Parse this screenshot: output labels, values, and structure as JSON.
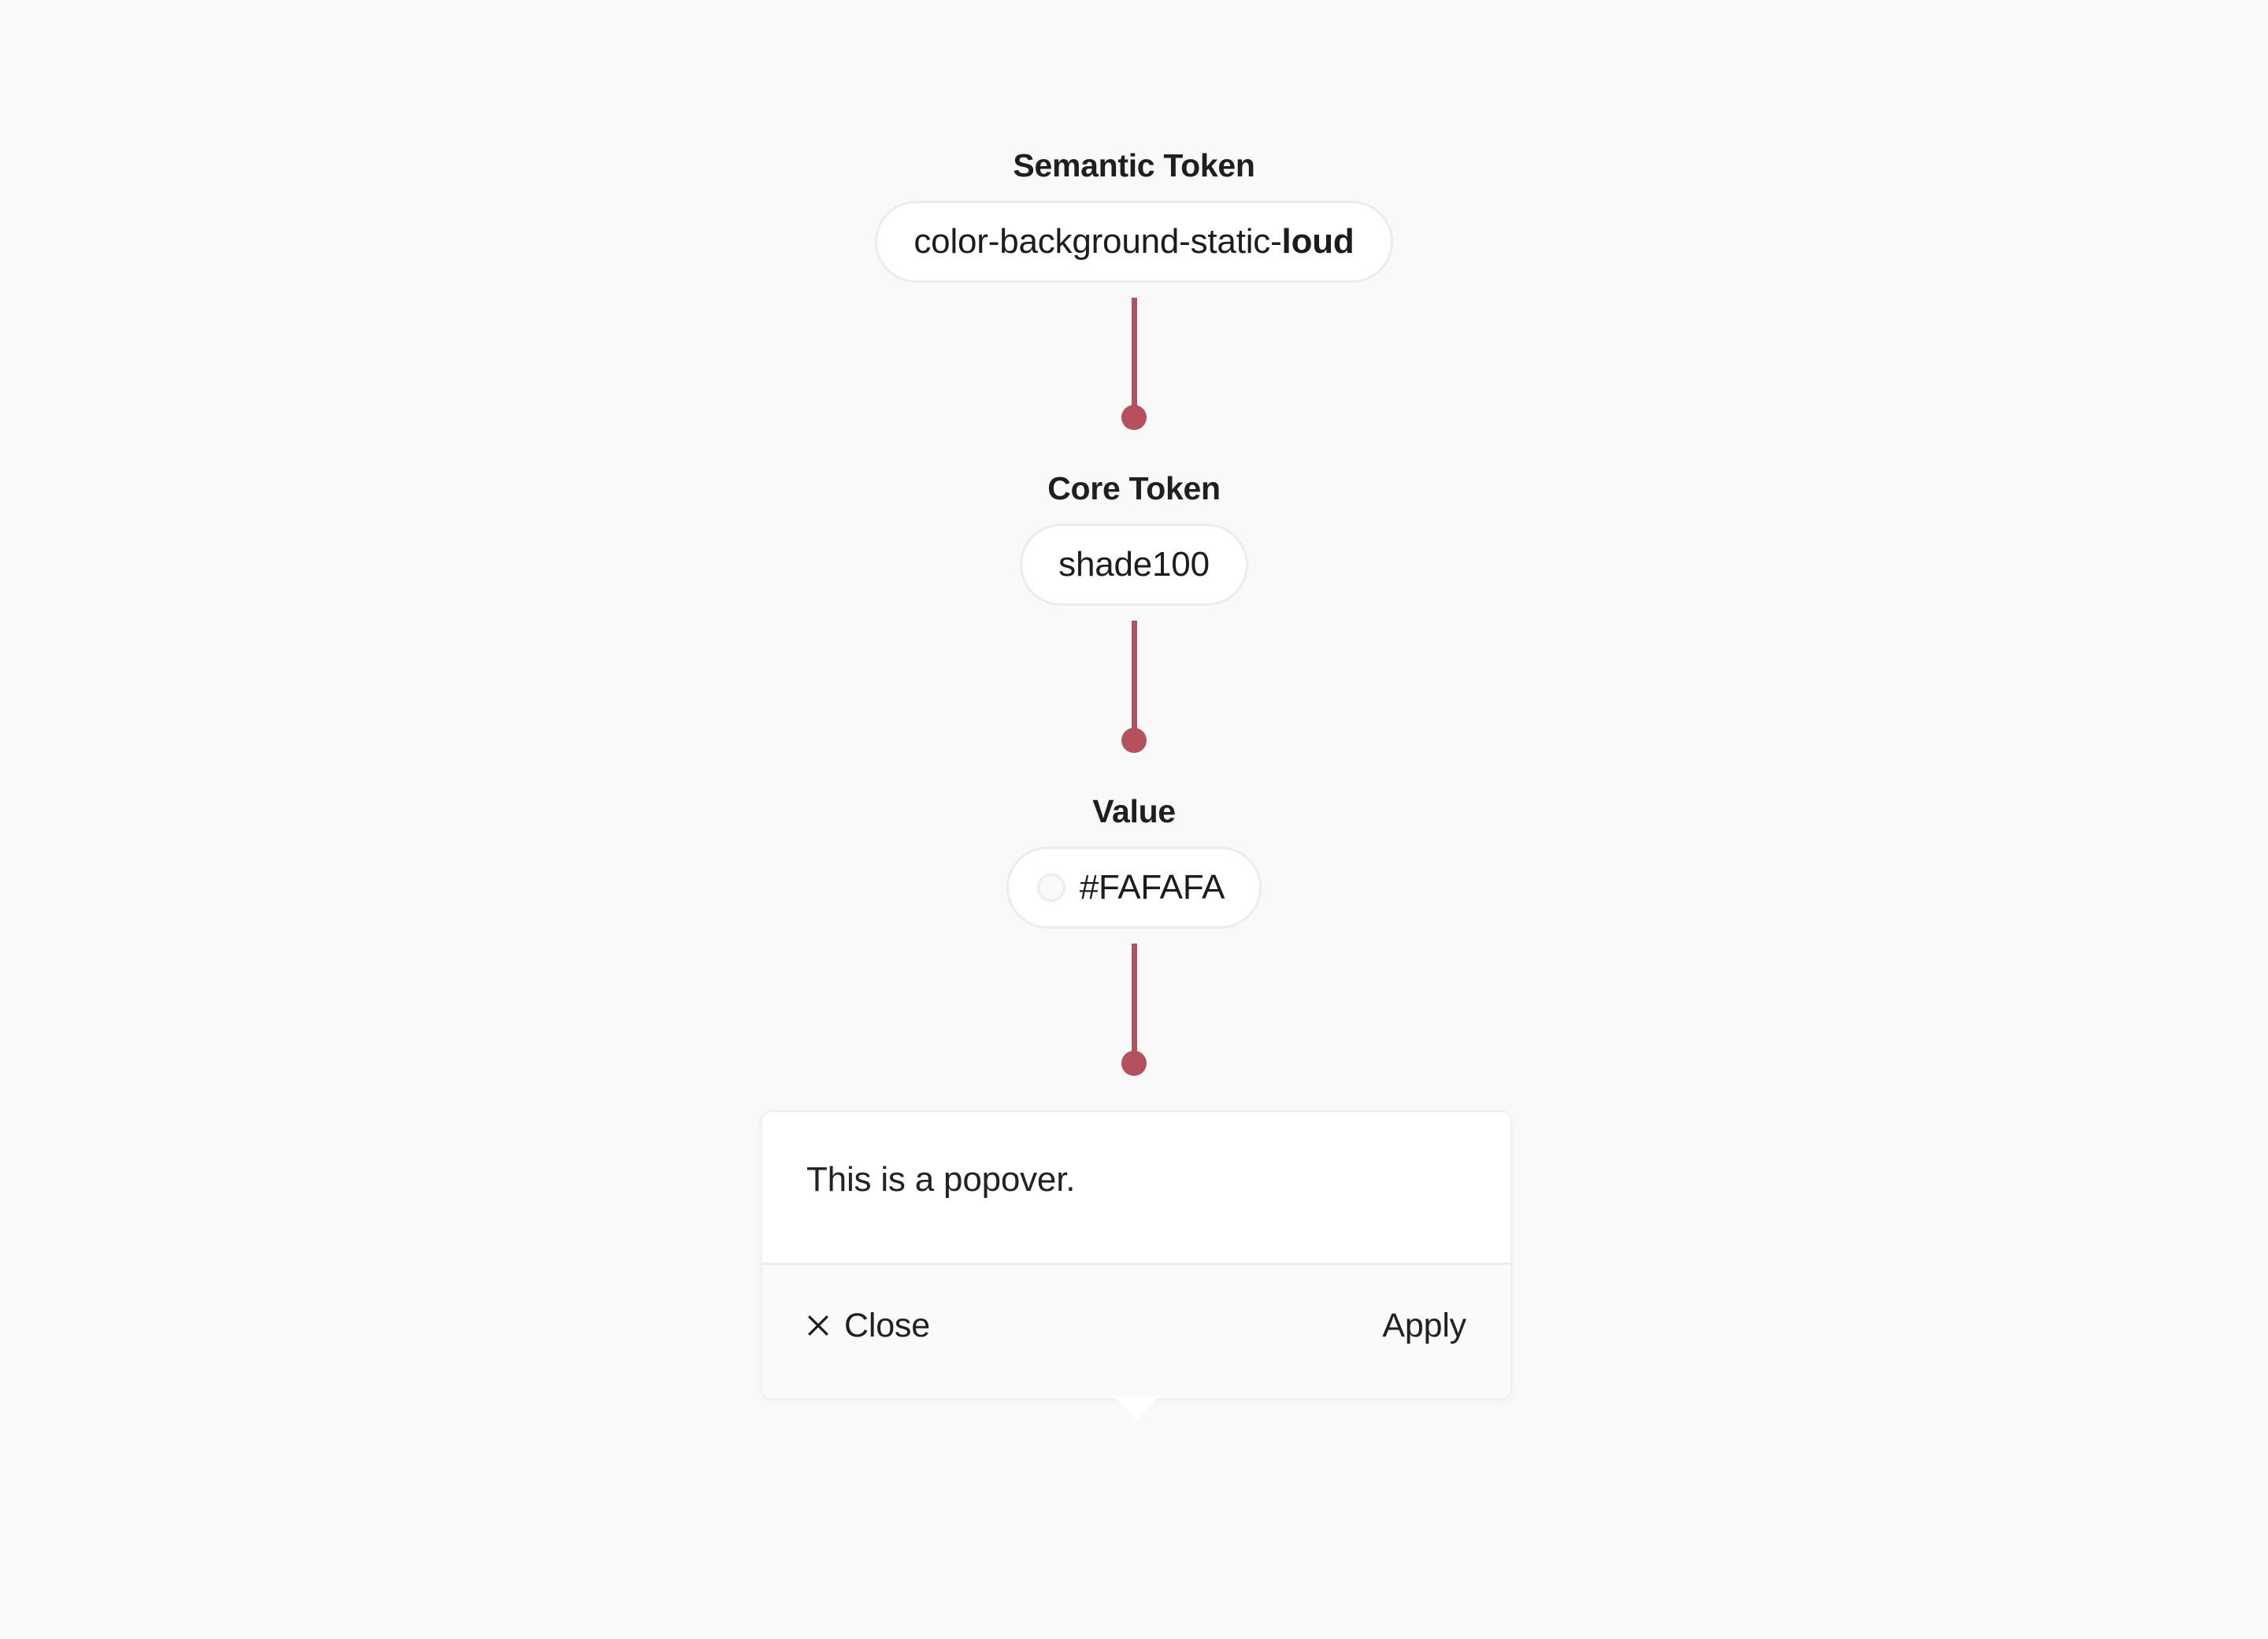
{
  "page": {
    "background_color": "#f9f9f9",
    "accent_color": "#b5505f"
  },
  "flow": {
    "nodes": [
      {
        "heading": "Semantic Token",
        "value_prefix": "color-background-static-",
        "value_emphasis": "loud",
        "value_full": "color-background-static-loud"
      },
      {
        "heading": "Core Token",
        "value_full": "shade100"
      },
      {
        "heading": "Value",
        "value_full": "#FAFAFA",
        "swatch_color": "#FAFAFA",
        "swatch_border_color": "#ECECEC"
      }
    ]
  },
  "popover": {
    "body_text": "This is a popover.",
    "close_label": "Close",
    "apply_label": "Apply"
  }
}
